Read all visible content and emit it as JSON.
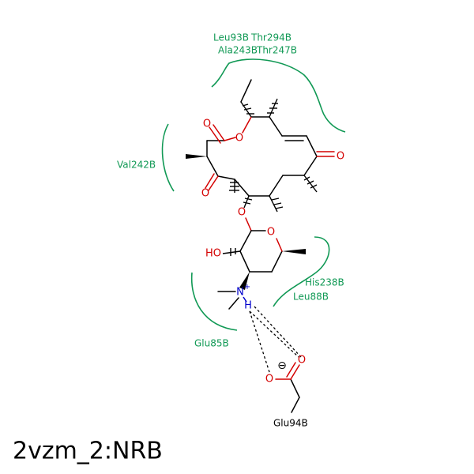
{
  "title": "2vzm_2:NRB",
  "residues": {
    "leu93": "Leu93B",
    "thr294": "Thr294B",
    "ala243": "Ala243B",
    "thr247": "Thr247B",
    "val242": "Val242B",
    "his238": "His238B",
    "leu88": "Leu88B",
    "glu85": "Glu85B",
    "glu94": "Glu94B"
  },
  "atoms": {
    "o_ester_carbonyl": "O",
    "o_ester_ring": "O",
    "o_ketone_right": "O",
    "o_ketone_left": "O",
    "o_glycoside": "O",
    "o_sugar_ring": "O",
    "hydroxyl": "HO",
    "nitrogen": "N",
    "charge_plus": "+",
    "hydrogen": "H",
    "carboxylate_o1": "O",
    "carboxylate_o2": "O",
    "charge_minus": "⊖"
  },
  "colors": {
    "carbon_bonds": "#000000",
    "oxygen": "#d40000",
    "nitrogen": "#0000cc",
    "residue_arcs": "#119955"
  }
}
